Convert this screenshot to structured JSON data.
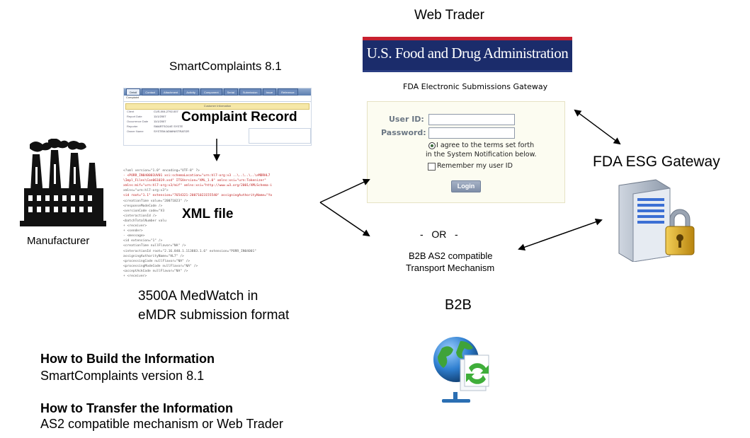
{
  "titles": {
    "web_trader": "Web Trader",
    "smartcomplaints": "SmartComplaints 8.1",
    "complaint_record": "Complaint Record",
    "xml_file": "XML file",
    "manufacturer": "Manufacturer",
    "medwatch_line1": "3500A MedWatch in",
    "medwatch_line2": "eMDR submission format",
    "b2b": "B2B",
    "fda_esg_gateway": "FDA ESG Gateway"
  },
  "fda": {
    "banner": "U.S. Food and Drug Administration",
    "gateway_title": "FDA Electronic Submissions Gateway",
    "user_id_label": "User ID:",
    "password_label": "Password:",
    "agree_line1": "I agree to the terms set forth",
    "agree_line2": "in the System Notification below.",
    "remember": "Remember my user ID",
    "login_button": "Login"
  },
  "or_text": "-   OR   -",
  "b2b_mech_line1": "B2B  AS2 compatible",
  "b2b_mech_line2": "Transport  Mechanism",
  "build": {
    "heading": "How to Build the Information",
    "value": "SmartComplaints version 8.1"
  },
  "transfer": {
    "heading": "How to Transfer the Information",
    "value": "AS2 compatible mechanism or Web Trader"
  },
  "complaint_screen": {
    "tabs": [
      "Detail",
      "Contact",
      "Attachment",
      "Activity",
      "Component",
      "Serial",
      "Submission",
      "Issue",
      "Reference"
    ],
    "subtitle": "Complaint",
    "section": "Customer Information",
    "rows": [
      {
        "label": "Client",
        "value": "CUS-004-2792-007"
      },
      {
        "label": "Report Date",
        "value": "11/1/2007"
      },
      {
        "label": "Occurrence Date",
        "value": "11/1/2007"
      },
      {
        "label": "Reporter",
        "value": "SMARTSOLVE SYSTE"
      },
      {
        "label": "Owner Name",
        "value": "SYSTEM ADMINISTRATOR"
      }
    ]
  },
  "xml_lines": [
    "<?xml version=\"1.0\" encoding=\"UTF-8\" ?>",
    "- <PORR_IN040001UV01 xsi:schemaLocation=\"urn:hl7-org:v3 ..\\..\\..\\..\\eMDRHL7",
    "  \\Impl_Files\\Con061019.xsd\" ITSVersion=\"XML_1.0\" xmlns:xsi=\"urn:Tokenizer\"",
    "  xmlns:mif=\"urn:hl7-org:v3/mif\" xmlns:xsi=\"http://www.w3.org/2001/XMLSchema-instance\"",
    "  xmlns=\"urn:hl7-org:v3\">",
    "  <id root=\"1.1\" extension=\"7654321-20071023155540\" assigningAuthorityName=\"Your Company\" />",
    "  <creationTime value=\"20071023\" />",
    "  <responseModeCode />",
    "  <versionCode code=\"V3",
    "  <interactionId />",
    "  <batchTotalNumber valu",
    "+ <receiver>",
    "+ <sender>",
    "- <message>",
    "    <id extension=\"1\" />",
    "    <creationTime nullFlavor=\"NA\" />",
    "    <interactionId root=\"2.16.840.1.113883.1.6\" extension=\"PORR_IN04001\"",
    "      assigningAuthorityName=\"HL7\" />",
    "    <processingCode nullFlavor=\"NA\" />",
    "    <processingModeCode nullFlavor=\"NA\" />",
    "    <acceptAckCode nullFlavor=\"NA\" />",
    "  + <receiver>"
  ],
  "icons": {
    "factory": "factory-icon",
    "server": "server-with-padlock-icon",
    "globe": "globe-transfer-icon"
  },
  "colors": {
    "fda_blue": "#1b2c6b",
    "fda_red": "#c8202f",
    "padlock_gold": "#d9a21a"
  }
}
